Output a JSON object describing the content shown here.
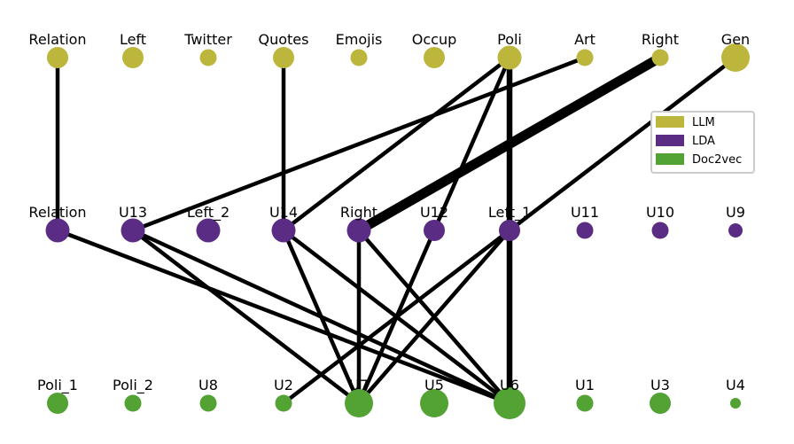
{
  "colors": {
    "llm": "#bcb63c",
    "lda": "#5b2c83",
    "doc2vec": "#53a234",
    "edge": "#000000"
  },
  "legend": [
    {
      "id": "llm",
      "label": "LLM"
    },
    {
      "id": "lda",
      "label": "LDA"
    },
    {
      "id": "doc2vec",
      "label": "Doc2vec"
    }
  ],
  "layers": [
    {
      "id": "llm",
      "nodes": [
        {
          "id": "llm-relation",
          "label": "Relation",
          "size": 3
        },
        {
          "id": "llm-left",
          "label": "Left",
          "size": 3
        },
        {
          "id": "llm-twitter",
          "label": "Twitter",
          "size": 2
        },
        {
          "id": "llm-quotes",
          "label": "Quotes",
          "size": 3
        },
        {
          "id": "llm-emojis",
          "label": "Emojis",
          "size": 2
        },
        {
          "id": "llm-occup",
          "label": "Occup",
          "size": 3
        },
        {
          "id": "llm-poli",
          "label": "Poli",
          "size": 4
        },
        {
          "id": "llm-art",
          "label": "Art",
          "size": 2
        },
        {
          "id": "llm-right",
          "label": "Right",
          "size": 2
        },
        {
          "id": "llm-gen",
          "label": "Gen",
          "size": 5
        }
      ]
    },
    {
      "id": "lda",
      "nodes": [
        {
          "id": "lda-relation",
          "label": "Relation",
          "size": 4
        },
        {
          "id": "lda-u13",
          "label": "U13",
          "size": 4
        },
        {
          "id": "lda-left2",
          "label": "Left_2",
          "size": 4
        },
        {
          "id": "lda-u14",
          "label": "U14",
          "size": 4
        },
        {
          "id": "lda-right",
          "label": "Right",
          "size": 4
        },
        {
          "id": "lda-u12",
          "label": "U12",
          "size": 3
        },
        {
          "id": "lda-left1",
          "label": "Left_1",
          "size": 3
        },
        {
          "id": "lda-u11",
          "label": "U11",
          "size": 2
        },
        {
          "id": "lda-u10",
          "label": "U10",
          "size": 2
        },
        {
          "id": "lda-u9",
          "label": "U9",
          "size": 1
        }
      ]
    },
    {
      "id": "doc2vec",
      "nodes": [
        {
          "id": "d2v-poli1",
          "label": "Poli_1",
          "size": 3
        },
        {
          "id": "d2v-poli2",
          "label": "Poli_2",
          "size": 2
        },
        {
          "id": "d2v-u8",
          "label": "U8",
          "size": 2
        },
        {
          "id": "d2v-u2",
          "label": "U2",
          "size": 2
        },
        {
          "id": "d2v-u7",
          "label": "U7",
          "size": 5
        },
        {
          "id": "d2v-u5",
          "label": "U5",
          "size": 5
        },
        {
          "id": "d2v-u6",
          "label": "U6",
          "size": 6
        },
        {
          "id": "d2v-u1",
          "label": "U1",
          "size": 2
        },
        {
          "id": "d2v-u3",
          "label": "U3",
          "size": 3
        },
        {
          "id": "d2v-u4",
          "label": "U4",
          "size": 0
        }
      ]
    }
  ],
  "edges": [
    {
      "from": "llm-relation",
      "to": "lda-relation",
      "weight": 2
    },
    {
      "from": "llm-quotes",
      "to": "lda-u14",
      "weight": 2
    },
    {
      "from": "llm-poli",
      "to": "lda-u14",
      "weight": 2
    },
    {
      "from": "llm-poli",
      "to": "d2v-u7",
      "weight": 2
    },
    {
      "from": "llm-poli",
      "to": "d2v-u6",
      "weight": 3
    },
    {
      "from": "llm-art",
      "to": "lda-u13",
      "weight": 2
    },
    {
      "from": "llm-right",
      "to": "lda-right",
      "weight": 5
    },
    {
      "from": "llm-gen",
      "to": "d2v-u2",
      "weight": 2
    },
    {
      "from": "lda-relation",
      "to": "d2v-u6",
      "weight": 2
    },
    {
      "from": "lda-u13",
      "to": "d2v-u7",
      "weight": 2
    },
    {
      "from": "lda-u13",
      "to": "d2v-u6",
      "weight": 2
    },
    {
      "from": "lda-u14",
      "to": "d2v-u7",
      "weight": 2
    },
    {
      "from": "lda-u14",
      "to": "d2v-u6",
      "weight": 2
    },
    {
      "from": "lda-right",
      "to": "d2v-u7",
      "weight": 2
    },
    {
      "from": "lda-right",
      "to": "d2v-u6",
      "weight": 2
    },
    {
      "from": "lda-left1",
      "to": "d2v-u7",
      "weight": 2
    }
  ]
}
